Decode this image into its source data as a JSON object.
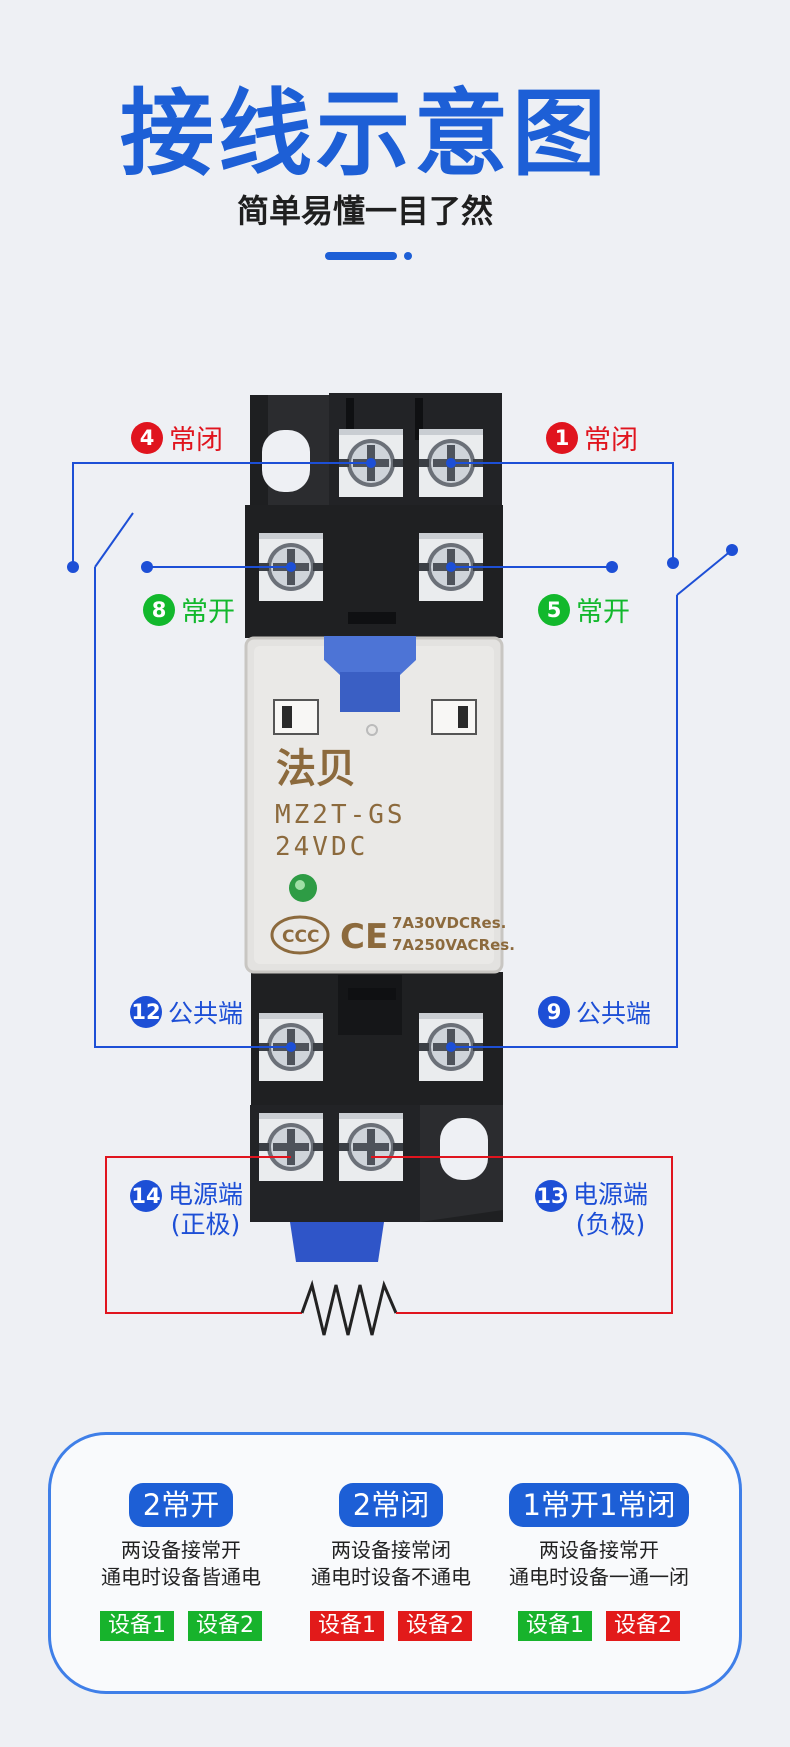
{
  "header": {
    "title": "接线示意图",
    "subtitle": "简单易懂一目了然"
  },
  "terminals": {
    "t4": {
      "num": "4",
      "text": "常闭"
    },
    "t1": {
      "num": "1",
      "text": "常闭"
    },
    "t8": {
      "num": "8",
      "text": "常开"
    },
    "t5": {
      "num": "5",
      "text": "常开"
    },
    "t12": {
      "num": "12",
      "text": "公共端"
    },
    "t9": {
      "num": "9",
      "text": "公共端"
    },
    "t14": {
      "num": "14",
      "text": "电源端",
      "sub": "(正极)"
    },
    "t13": {
      "num": "13",
      "text": "电源端",
      "sub": "(负极)"
    }
  },
  "relay": {
    "brand": "法贝",
    "model": "MZ2T-GS",
    "voltage": "24VDC",
    "rating1": "7A30VDCRes.",
    "rating2": "7A250VACRes.",
    "ccc": "CCC",
    "ce": "CE"
  },
  "modes": [
    {
      "title": "2常开",
      "line1": "两设备接常开",
      "line2": "通电时设备皆通电",
      "dev1": "设备1",
      "dev2": "设备2"
    },
    {
      "title": "2常闭",
      "line1": "两设备接常闭",
      "line2": "通电时设备不通电",
      "dev1": "设备1",
      "dev2": "设备2"
    },
    {
      "title": "1常开1常闭",
      "line1": "两设备接常开",
      "line2": "通电时设备一通一闭",
      "dev1": "设备1",
      "dev2": "设备2"
    }
  ],
  "colors": {
    "accent": "#1d5fd6",
    "red": "#e0141e",
    "green": "#12b82c"
  }
}
